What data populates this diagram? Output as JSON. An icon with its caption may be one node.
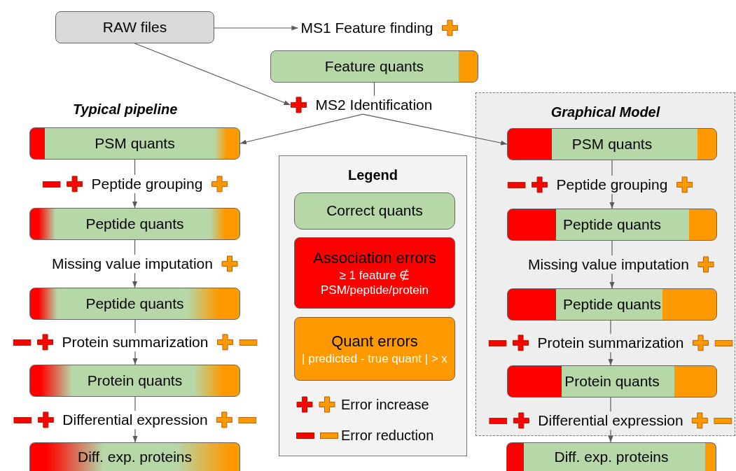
{
  "diagram": {
    "nodes": [
      {
        "text": [
          "RAW files"
        ]
      },
      {
        "text": [
          "MS1 Feature finding"
        ]
      },
      {
        "text": [
          "Feature quants"
        ]
      },
      {
        "text": [
          "MS2 Identification"
        ]
      },
      {
        "text": [
          "PSM quants"
        ]
      },
      {
        "text": [
          "Peptide grouping"
        ]
      },
      {
        "text": [
          "Peptide quants"
        ]
      },
      {
        "text": [
          "Missing value imputation"
        ]
      },
      {
        "text": [
          "Peptide quants"
        ]
      },
      {
        "text": [
          "Protein summarization"
        ]
      },
      {
        "text": [
          "Protein quants"
        ]
      },
      {
        "text": [
          "Differential expression"
        ]
      },
      {
        "text": [
          "Diff. exp. proteins"
        ]
      },
      {
        "text": [
          "Legend"
        ]
      },
      {
        "text": [
          "Correct quants"
        ],
        "in": 13
      },
      {
        "text": [
          "Association errors",
          "≥ 1 feature ∉ PSM/peptide/protein"
        ],
        "in": 13
      },
      {
        "text": [
          "Quant errors",
          "| predicted - true quant | > x"
        ],
        "in": 13
      },
      {
        "text": [
          "Graphical Model"
        ]
      },
      {
        "text": [
          "PSM quants"
        ],
        "in": 17
      },
      {
        "text": [
          "Peptide grouping"
        ],
        "in": 17
      },
      {
        "text": [
          "Peptide quants"
        ],
        "in": 17
      },
      {
        "text": [
          "Missing value imputation"
        ],
        "in": 17
      },
      {
        "text": [
          "Peptide quants"
        ],
        "in": 17
      },
      {
        "text": [
          "Protein summarization"
        ],
        "in": 17
      },
      {
        "text": [
          "Protein quants"
        ],
        "in": 17
      },
      {
        "text": [
          "Differential expression"
        ],
        "in": 17
      },
      {
        "text": [
          "Diff. exp. proteins"
        ]
      }
    ],
    "edges": [
      {
        "from": 0,
        "to": 1,
        "arrow": "to"
      },
      {
        "from": 0,
        "to": 3,
        "arrow": "to"
      },
      {
        "from": 2,
        "to": 3,
        "arrow": "none"
      },
      {
        "from": 3,
        "to": 4,
        "arrow": "to"
      },
      {
        "from": 3,
        "to": 18,
        "arrow": "to"
      },
      {
        "from": 4,
        "to": 5,
        "arrow": "none"
      },
      {
        "from": 5,
        "to": 6,
        "arrow": "to"
      },
      {
        "from": 6,
        "to": 7,
        "arrow": "none"
      },
      {
        "from": 7,
        "to": 8,
        "arrow": "to"
      },
      {
        "from": 8,
        "to": 9,
        "arrow": "none"
      },
      {
        "from": 9,
        "to": 10,
        "arrow": "to"
      },
      {
        "from": 10,
        "to": 11,
        "arrow": "none"
      },
      {
        "from": 11,
        "to": 12,
        "arrow": "to"
      },
      {
        "from": 18,
        "to": 19,
        "arrow": "none"
      },
      {
        "from": 19,
        "to": 20,
        "arrow": "to"
      },
      {
        "from": 20,
        "to": 21,
        "arrow": "none"
      },
      {
        "from": 21,
        "to": 22,
        "arrow": "to"
      },
      {
        "from": 22,
        "to": 23,
        "arrow": "none"
      },
      {
        "from": 23,
        "to": 24,
        "arrow": "to"
      },
      {
        "from": 24,
        "to": 25,
        "arrow": "none"
      },
      {
        "from": 25,
        "to": 26,
        "arrow": "to"
      }
    ],
    "labels": [
      "Typical pipeline"
    ],
    "legend": [
      {
        "text": "Error increase"
      },
      {
        "text": "Error reduction"
      }
    ]
  }
}
